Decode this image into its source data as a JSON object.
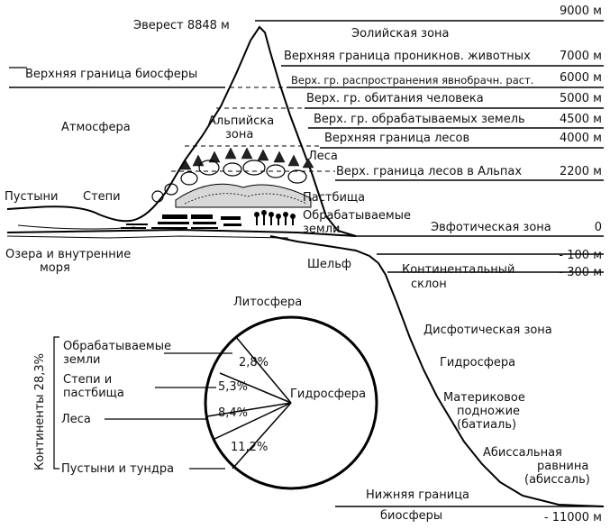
{
  "altitude_marks": [
    {
      "value": "9000 м",
      "label": "Эолийская зона"
    },
    {
      "value": "7000 м",
      "label": "Верхняя граница проникнов. животных"
    },
    {
      "value": "6000 м",
      "label": "Верх. гр. распространения явнобрачн. раст."
    },
    {
      "value": "5000 м",
      "label": "Верх. гр. обитания человека"
    },
    {
      "value": "4500 м",
      "label": "Верх. гр. обрабатываемых земель"
    },
    {
      "value": "4000 м",
      "label": "Верхняя граница лесов"
    },
    {
      "value": "2200 м",
      "label": "Верх. граница лесов в Альпах"
    },
    {
      "value": "0",
      "label": "Эвфотическая зона"
    },
    {
      "value": "- 100 м",
      "label": ""
    },
    {
      "value": "- 300 м",
      "label": ""
    },
    {
      "value": "- 11000 м",
      "label": ""
    }
  ],
  "labels": {
    "everest": "Эверест 8848 м",
    "biosphere_upper": "Верхняя граница биосферы",
    "atmosphere": "Атмосфера",
    "alpine_zone_1": "Альпийска",
    "alpine_zone_2": "зона",
    "forests": "Леса",
    "pastures": "Пастбища",
    "cultivated_1": "Обрабатываемые",
    "cultivated_2": "земли",
    "deserts": "Пустыни",
    "steppes": "Степи",
    "lakes_1": "Озера и внутренние",
    "lakes_2": "моря",
    "shelf": "Шельф",
    "slope_1": "Континентальный",
    "slope_2": "склон",
    "lithosphere": "Литосфера",
    "dysphotic": "Дисфотическая зона",
    "hydrosphere_right": "Гидросфера",
    "bathyal_1": "Материковое",
    "bathyal_2": "подножие",
    "bathyal_3": "(батиаль)",
    "abyssal_1": "Абиссальная",
    "abyssal_2": "равнина",
    "abyssal_3": "(абиссаль)",
    "biosphere_lower_1": "Нижняя граница",
    "biosphere_lower_2": "биосферы"
  },
  "pie": {
    "continents_label": "Континенты 28,3%",
    "center_label": "Гидросфера",
    "legend": [
      {
        "label_1": "Обрабатываемые",
        "label_2": "земли",
        "value": "2,8%"
      },
      {
        "label_1": "Степи и",
        "label_2": "пастбища",
        "value": "5,3%"
      },
      {
        "label_1": "Леса",
        "label_2": "",
        "value": "8,4%"
      },
      {
        "label_1": "Пустыни и тундра",
        "label_2": "",
        "value": "11,2%"
      }
    ]
  }
}
